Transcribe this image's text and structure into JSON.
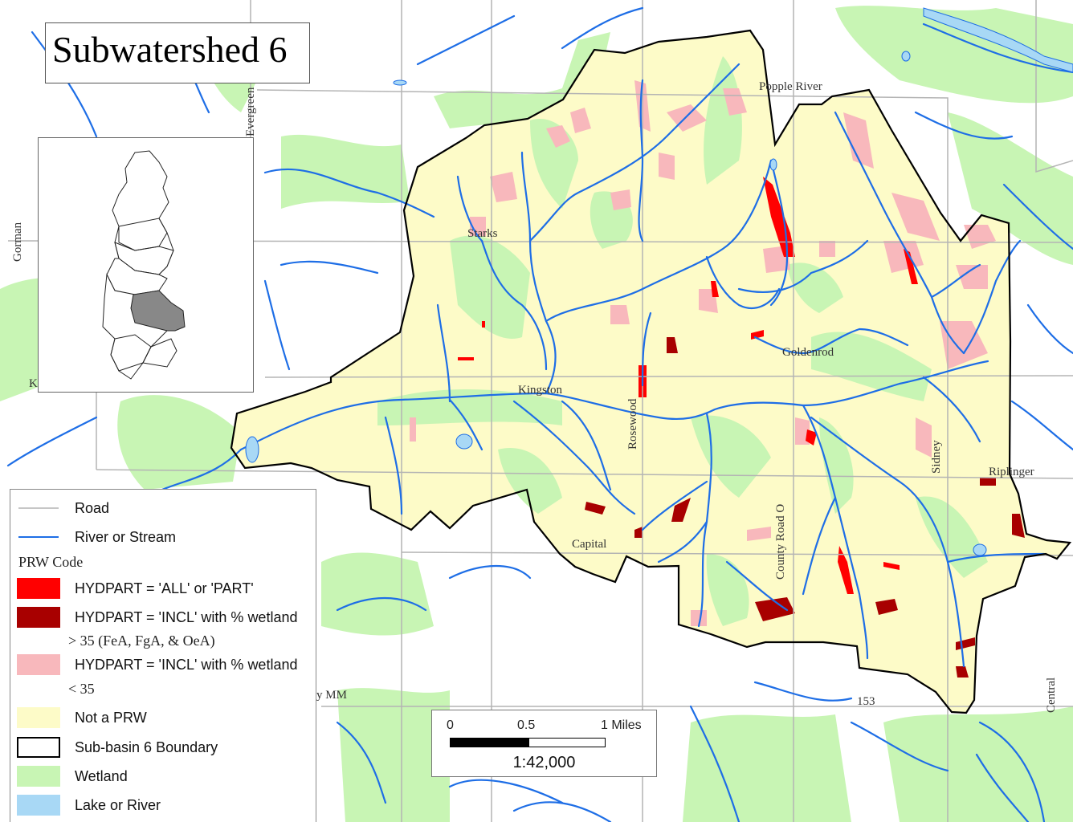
{
  "title": "Subwatershed 6",
  "map_labels": {
    "popple_river": "Popple River",
    "starks": "Starks",
    "goldenrod": "Goldenrod",
    "kingston": "Kingston",
    "rosewood": "Rosewood",
    "capital": "Capital",
    "county_road_o": "County Road O",
    "sidney": "Sidney",
    "riplinger": "Riplinger",
    "evergreen": "Evergreen",
    "gorman": "Gorman",
    "k_partial": "K",
    "hwy_mm": "y MM",
    "r153": "153",
    "central": "Central"
  },
  "legend": {
    "road": "Road",
    "river": "River or Stream",
    "prw_code": "PRW Code",
    "hyd_all": "HYDPART = 'ALL' or 'PART'",
    "hyd_incl_gt": "HYDPART = 'INCL' with % wetland",
    "hyd_incl_gt_cont": "> 35 (FeA, FgA, & OeA)",
    "hyd_incl_lt": "HYDPART = 'INCL' with % wetland",
    "hyd_incl_lt_cont": "< 35",
    "not_prw": "Not a PRW",
    "boundary": "Sub-basin 6 Boundary",
    "wetland": "Wetland",
    "lake": "Lake or River"
  },
  "scale": {
    "tick_0": "0",
    "tick_mid": "0.5",
    "tick_end": "1 Miles",
    "ratio": "1:42,000"
  },
  "colors": {
    "hyd_all": "#ff0000",
    "hyd_incl_gt": "#a80000",
    "hyd_incl_lt": "#f8b8bc",
    "not_prw": "#fdfbc8",
    "wetland": "#c8f5b4",
    "lake": "#a8d8f5",
    "river": "#1e6ee6",
    "road": "#b4b4b4"
  }
}
